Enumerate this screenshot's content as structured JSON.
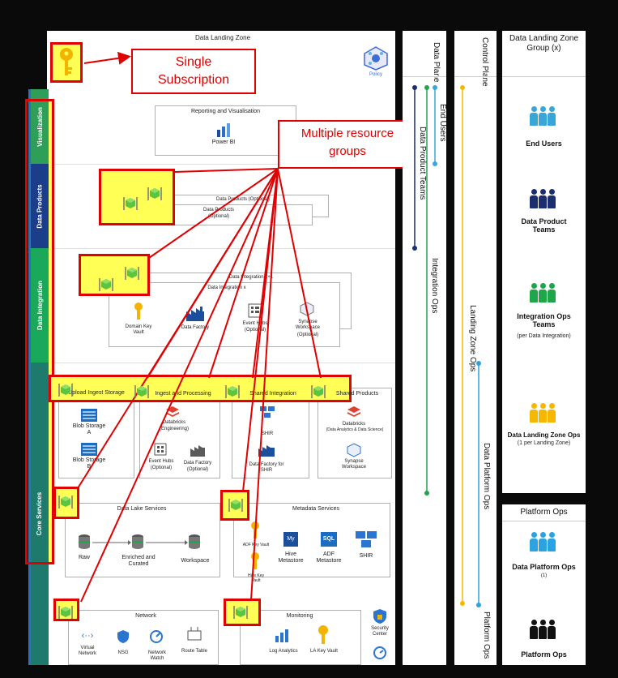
{
  "landing_zone": {
    "title": "Data Landing Zone",
    "policy_label": "Policy"
  },
  "annotations": {
    "single_subscription": "Single Subscription",
    "multiple_rg": "Multiple resource groups"
  },
  "bands": {
    "visualization": "Visualization",
    "data_products": "Data Products",
    "data_integration": "Data Integration",
    "core_services": "Core Services"
  },
  "reporting": {
    "title": "Reporting and Visualisation",
    "powerbi": "Power BI"
  },
  "data_products": {
    "back_label": "Data Products (Optional)",
    "front_label": "Data Products",
    "front_sub": "(Optional)"
  },
  "integration": {
    "back_label": "Data Integration x+1",
    "front_label": "Data Integration x",
    "keyvault": "Domain Key Vault",
    "factory": "Data Factory",
    "eventhubs": "Event Hubs",
    "eventhubs_sub": "(Optional)",
    "synapse": "Synapse Workspace",
    "synapse_sub": "(Optional)"
  },
  "core": {
    "upload_ingest": "Upload Ingest Storage",
    "blob_a": "Blob Storage A",
    "blob_b": "Blob Storage B",
    "ingest_processing": "Ingest and Processing",
    "databricks_eng": "Databricks",
    "databricks_eng_sub": "(Engineering)",
    "eventhubs": "Event Hubs",
    "eventhubs_sub": "(Optional)",
    "datafactory": "Data Factory",
    "datafactory_sub": "(Optional)",
    "shared_integration": "Shared Integration",
    "shir": "SHIR",
    "datafactory_shir": "Data Factory for SHIR",
    "shared_products": "Shared Products",
    "databricks_ads": "Databricks",
    "databricks_ads_sub": "(Data Analytics & Data Science)",
    "synapse": "Synapse Workspace",
    "data_lake": "Data Lake Services",
    "raw": "Raw",
    "enriched": "Enriched and Curated",
    "workspace": "Workspace",
    "metadata": "Metadata Services",
    "adf_keyvault": "ADF Key Vault",
    "hive_keyvault": "Hive Key Vault",
    "hive_metastore": "Hive Metastore",
    "adf_metastore": "ADF Metastore",
    "meta_shir": "SHIR",
    "network": "Network",
    "vnet": "Virtual Network",
    "nsg": "NSG",
    "netwatch": "Network Watch",
    "route": "Route Table",
    "monitoring": "Monitoring",
    "log_analytics": "Log Analytics",
    "la_keyvault": "LA Key Vault",
    "security_center": "Security Center"
  },
  "planes": {
    "data_plane": "Data Plane",
    "control_plane": "Control Plane",
    "end_users": "End Users",
    "data_product_teams": "Data Product Teams",
    "integration_ops": "Integration Ops",
    "landing_zone_ops": "Landing Zone Ops",
    "data_platform_ops": "Data Platform Ops",
    "platform_ops": "Platform Ops"
  },
  "roles": {
    "group_title": "Data Landing Zone Group (x)",
    "end_users": "End Users",
    "data_product_teams": "Data Product Teams",
    "integration_ops": "Integration Ops Teams",
    "integration_ops_sub": "(per Data Integration)",
    "dlz_ops": "Data Landing Zone Ops",
    "dlz_ops_sub": "(1 per Landing Zone)",
    "platform_ops_title": "Platform Ops",
    "data_platform_ops": "Data Platform Ops",
    "data_platform_ops_sub": "(1)",
    "platform_ops": "Platform Ops"
  },
  "colors": {
    "highlight_fill": "#ffff55",
    "highlight_border": "#e00000",
    "band_visualization": "#2e9e58",
    "band_data_products": "#1c3d8a",
    "band_integration": "#1aa85a",
    "band_core": "#1e7a6c",
    "end_users": "#39a6d8",
    "data_product_teams": "#1b2e6e",
    "integration_ops": "#1fa64a",
    "dlz_ops": "#f5b800",
    "data_platform_ops": "#2aa3e0",
    "platform_ops": "#111111"
  }
}
